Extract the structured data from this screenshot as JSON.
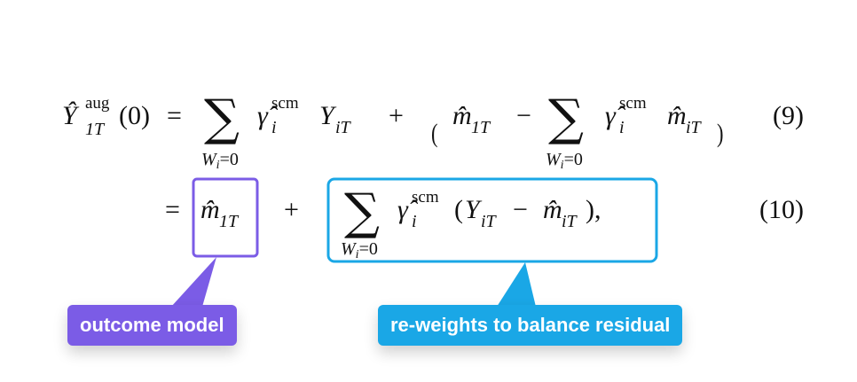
{
  "equation_9": {
    "lhs_symbol": "Ŷ",
    "lhs_sup": "aug",
    "lhs_sub": "1T",
    "lhs_arg": "(0)",
    "equals": "=",
    "sum_symbol": "∑",
    "sum_limit": "W",
    "sum_limit_sub": "i",
    "sum_limit_rest": "=0",
    "gamma": "γ̂",
    "gamma_sup": "scm",
    "gamma_sub": "i",
    "y_symbol": "Y",
    "y_sub": "iT",
    "plus": "+",
    "paren_open": "(",
    "paren_close": ")",
    "m_hat": "m̂",
    "m_sub_1T": "1T",
    "minus": "−",
    "m_sub_iT": "iT",
    "number": "(9)"
  },
  "equation_10": {
    "equals": "=",
    "plus": "+",
    "open": "(",
    "close": "),",
    "number": "(10)"
  },
  "annotations": {
    "outcome_label": "outcome model",
    "reweight_label": "re-weights to balance residual",
    "outcome_color": "#7b5ce6",
    "reweight_color": "#1aa7e6"
  }
}
